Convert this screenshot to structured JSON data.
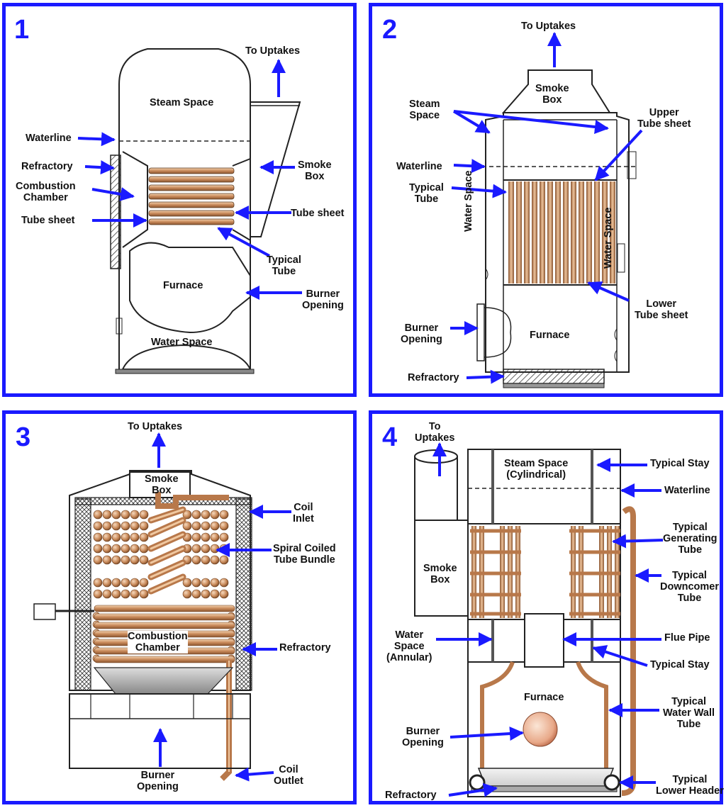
{
  "panels": [
    {
      "number": "1",
      "labels": {
        "to_uptakes": "To Uptakes",
        "steam_space": "Steam Space",
        "waterline": "Waterline",
        "refractory": "Refractory",
        "smoke_box": "Smoke\nBox",
        "combustion_chamber": "Combustion\nChamber",
        "tube_sheet_left": "Tube sheet",
        "tube_sheet_right": "Tube sheet",
        "typical_tube": "Typical\nTube",
        "furnace": "Furnace",
        "burner_opening": "Burner\nOpening",
        "water_space": "Water Space"
      }
    },
    {
      "number": "2",
      "labels": {
        "to_uptakes": "To Uptakes",
        "smoke_box": "Smoke\nBox",
        "steam_space": "Steam\nSpace",
        "upper_tube_sheet": "Upper\nTube sheet",
        "waterline": "Waterline",
        "typical_tube": "Typical\nTube",
        "water_space_left": "Water Space",
        "water_space_right": "Water Space",
        "lower_tube_sheet": "Lower\nTube sheet",
        "burner_opening": "Burner\nOpening",
        "furnace": "Furnace",
        "refractory": "Refractory"
      }
    },
    {
      "number": "3",
      "labels": {
        "to_uptakes": "To Uptakes",
        "smoke_box": "Smoke\nBox",
        "coil_inlet": "Coil\nInlet",
        "spiral_coiled": "Spiral Coiled\nTube Bundle",
        "combustion_chamber": "Combustion\nChamber",
        "refractory": "Refractory",
        "burner_opening": "Burner\nOpening",
        "coil_outlet": "Coil\nOutlet"
      }
    },
    {
      "number": "4",
      "labels": {
        "to_uptakes": "To\nUptakes",
        "steam_space": "Steam Space\n(Cylindrical)",
        "typical_stay_top": "Typical Stay",
        "waterline": "Waterline",
        "typical_generating_tube": "Typical\nGenerating\nTube",
        "smoke_box": "Smoke\nBox",
        "typical_downcomer_tube": "Typical\nDowncomer\nTube",
        "water_space": "Water\nSpace\n(Annular)",
        "flue_pipe": "Flue Pipe",
        "typical_stay_mid": "Typical Stay",
        "furnace": "Furnace",
        "typical_water_wall_tube": "Typical\nWater Wall\nTube",
        "burner_opening": "Burner\nOpening",
        "refractory": "Refractory",
        "typical_lower_header": "Typical\nLower Header"
      }
    }
  ],
  "colors": {
    "frame": "#1a1aff",
    "arrow": "#1a1aff",
    "tube": "#c98a5a",
    "tube_light": "#f0c8a0",
    "line": "#222222"
  }
}
